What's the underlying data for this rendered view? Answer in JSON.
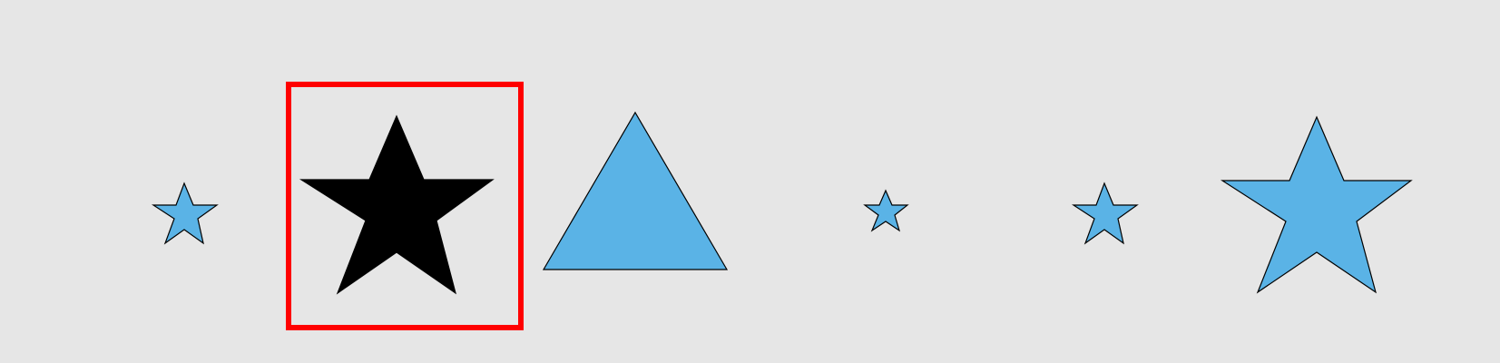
{
  "scene": {
    "background_color": "#e6e6e6",
    "shape_fill_color": "#5ab3e6",
    "selected_fill_color": "#000000",
    "outline_color": "#000000",
    "selection_color": "#ff0000",
    "shapes": [
      {
        "kind": "star",
        "label": "small-star"
      },
      {
        "kind": "star",
        "label": "large-black-star",
        "selected": true
      },
      {
        "kind": "triangle",
        "label": "blue-triangle"
      },
      {
        "kind": "star",
        "label": "tiny-star"
      },
      {
        "kind": "star",
        "label": "small-star"
      },
      {
        "kind": "star",
        "label": "large-blue-star"
      }
    ]
  }
}
